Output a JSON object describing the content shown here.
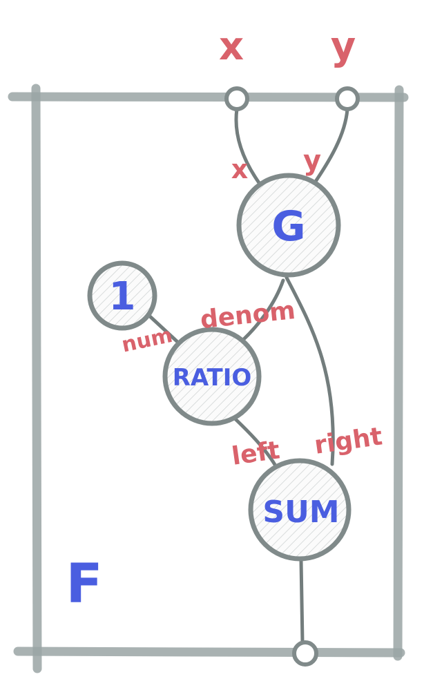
{
  "diagram": {
    "frame_label": "F",
    "inputs": {
      "x": "x",
      "y": "y"
    },
    "nodes": {
      "g": "G",
      "one": "1",
      "ratio": "RATIO",
      "sum": "SUM"
    },
    "ports": {
      "g_x": "x",
      "g_y": "y",
      "ratio_num": "num",
      "ratio_denom": "denom",
      "sum_left": "left",
      "sum_right": "right"
    },
    "colors": {
      "frame": "#9aa5a5",
      "wire": "#737d7d",
      "node_text": "#4a5ee0",
      "port_text": "#d9626b"
    }
  }
}
